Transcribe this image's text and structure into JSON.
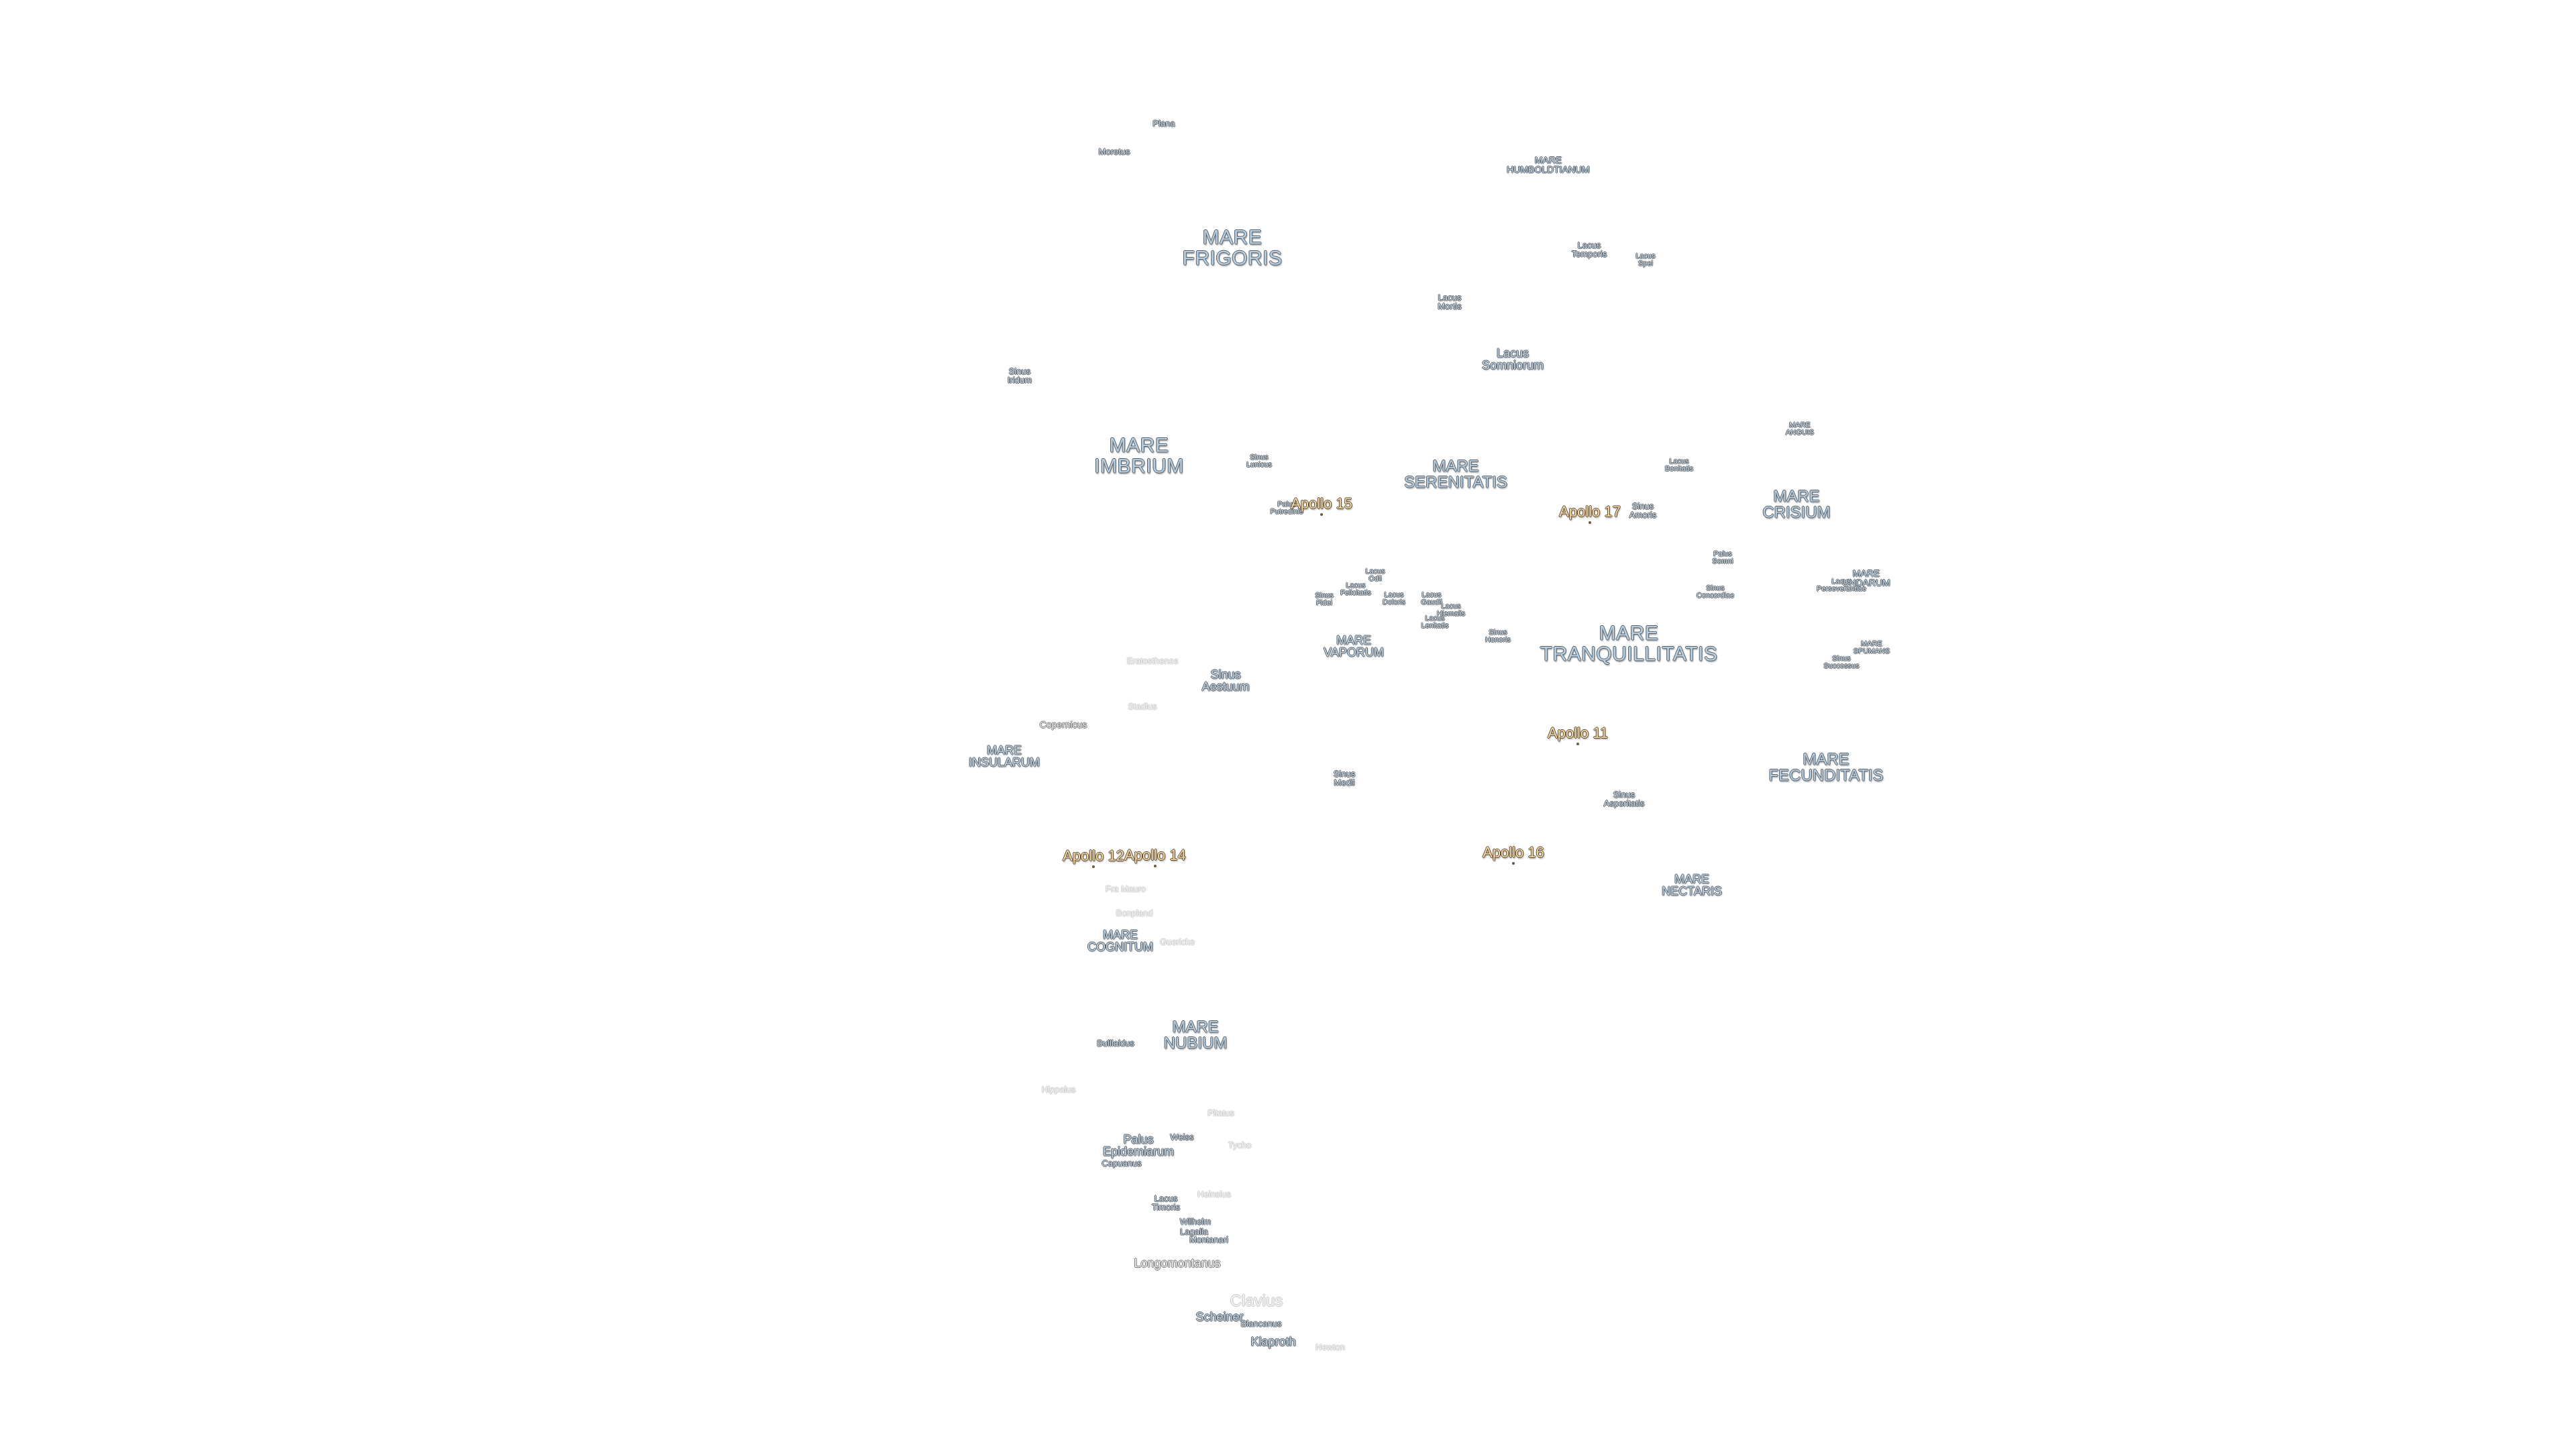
{
  "map": {
    "accent_colors": {
      "mare": "#b8cede",
      "apollo": "#f5d9a8",
      "crater": "#eeeeee"
    },
    "features": [
      {
        "id": "mare-frigoris",
        "lines": [
          "MARE",
          "FRIGORIS"
        ],
        "kind": "mare-xl"
      },
      {
        "id": "mare-imbrium",
        "lines": [
          "MARE",
          "IMBRIUM"
        ],
        "kind": "mare-xl"
      },
      {
        "id": "mare-serenitatis",
        "lines": [
          "MARE",
          "SERENITATIS"
        ],
        "kind": "mare-l"
      },
      {
        "id": "mare-tranquillitatis",
        "lines": [
          "MARE",
          "TRANQUILLITATIS"
        ],
        "kind": "mare-xl"
      },
      {
        "id": "mare-crisium",
        "lines": [
          "MARE",
          "CRISIUM"
        ],
        "kind": "mare-l"
      },
      {
        "id": "mare-fecunditatis",
        "lines": [
          "MARE",
          "FECUNDITATIS"
        ],
        "kind": "mare-l"
      },
      {
        "id": "mare-nubium",
        "lines": [
          "MARE",
          "NUBIUM"
        ],
        "kind": "mare-l"
      },
      {
        "id": "mare-insularum",
        "lines": [
          "MARE",
          "INSULARUM"
        ],
        "kind": "mare-m"
      },
      {
        "id": "mare-vaporum",
        "lines": [
          "MARE",
          "VAPORUM"
        ],
        "kind": "mare-m"
      },
      {
        "id": "mare-cognitum",
        "lines": [
          "MARE",
          "COGNITUM"
        ],
        "kind": "mare-m"
      },
      {
        "id": "mare-nectaris",
        "lines": [
          "MARE",
          "NECTARIS"
        ],
        "kind": "mare-m"
      },
      {
        "id": "mare-humboldtianum",
        "lines": [
          "MARE",
          "HUMBOLDTIANUM"
        ],
        "kind": "mare-s"
      },
      {
        "id": "mare-anguis",
        "lines": [
          "MARE",
          "ANGUIS"
        ],
        "kind": "feat-xs"
      },
      {
        "id": "mare-undarum",
        "lines": [
          "MARE",
          "UNDARUM"
        ],
        "kind": "mare-s"
      },
      {
        "id": "mare-spumans",
        "lines": [
          "MARE",
          "SPUMANS"
        ],
        "kind": "feat-xs"
      },
      {
        "id": "lacus-somniorum",
        "lines": [
          "Lacus",
          "Somniorum"
        ],
        "kind": "feat-m"
      },
      {
        "id": "lacus-temporis",
        "lines": [
          "Lacus",
          "Temporis"
        ],
        "kind": "feat-s"
      },
      {
        "id": "lacus-spei",
        "lines": [
          "Lacus",
          "Spei"
        ],
        "kind": "feat-xs"
      },
      {
        "id": "lacus-mortis",
        "lines": [
          "Lacus",
          "Mortis"
        ],
        "kind": "feat-s"
      },
      {
        "id": "lacus-bonitatis",
        "lines": [
          "Lacus",
          "Bonitatis"
        ],
        "kind": "feat-xs"
      },
      {
        "id": "lacus-odii",
        "lines": [
          "Lacus",
          "Odii"
        ],
        "kind": "feat-xs"
      },
      {
        "id": "lacus-felicitatis",
        "lines": [
          "Lacus",
          "Felicitatis"
        ],
        "kind": "feat-xs"
      },
      {
        "id": "lacus-doloris",
        "lines": [
          "Lacus",
          "Doloris"
        ],
        "kind": "feat-xs"
      },
      {
        "id": "lacus-gaudii",
        "lines": [
          "Lacus",
          "Gaudii"
        ],
        "kind": "feat-xs"
      },
      {
        "id": "lacus-hiemalis",
        "lines": [
          "Lacus",
          "Hiemalis"
        ],
        "kind": "feat-xs"
      },
      {
        "id": "lacus-lenitatis",
        "lines": [
          "Lacus",
          "Lenitatis"
        ],
        "kind": "feat-xs"
      },
      {
        "id": "lacus-perseverantiae",
        "lines": [
          "Lacus",
          "Perseverantiae"
        ],
        "kind": "feat-xs"
      },
      {
        "id": "lacus-timoris",
        "lines": [
          "Lacus",
          "Timoris"
        ],
        "kind": "feat-s"
      },
      {
        "id": "sinus-iridum",
        "lines": [
          "Sinus",
          "Iridum"
        ],
        "kind": "feat-s"
      },
      {
        "id": "sinus-lunicus",
        "lines": [
          "Sinus",
          "Lunicus"
        ],
        "kind": "feat-xs"
      },
      {
        "id": "sinus-amoris",
        "lines": [
          "Sinus",
          "Amoris"
        ],
        "kind": "feat-s"
      },
      {
        "id": "sinus-fidei",
        "lines": [
          "Sinus",
          "Fidei"
        ],
        "kind": "feat-xs"
      },
      {
        "id": "sinus-honoris",
        "lines": [
          "Sinus",
          "Honoris"
        ],
        "kind": "feat-xs"
      },
      {
        "id": "sinus-concordiae",
        "lines": [
          "Sinus",
          "Concordiae"
        ],
        "kind": "feat-xs"
      },
      {
        "id": "sinus-aestuum",
        "lines": [
          "Sinus",
          "Aestuum"
        ],
        "kind": "feat-m"
      },
      {
        "id": "sinus-medii",
        "lines": [
          "Sinus",
          "Medii"
        ],
        "kind": "feat-s"
      },
      {
        "id": "sinus-asperitatis",
        "lines": [
          "Sinus",
          "Asperitatis"
        ],
        "kind": "feat-s"
      },
      {
        "id": "sinus-successus",
        "lines": [
          "Sinus",
          "Successus"
        ],
        "kind": "feat-xs"
      },
      {
        "id": "palus-putredinis",
        "lines": [
          "Palus",
          "Putredinis"
        ],
        "kind": "feat-xs"
      },
      {
        "id": "palus-somni",
        "lines": [
          "Palus",
          "Somni"
        ],
        "kind": "feat-xs"
      },
      {
        "id": "palus-epidemiarum",
        "lines": [
          "Palus",
          "Epidemiarum"
        ],
        "kind": "feat-m"
      },
      {
        "id": "crater-plana",
        "lines": [
          "Plana"
        ],
        "kind": "feat-s"
      },
      {
        "id": "crater-moretus",
        "lines": [
          "Moretus"
        ],
        "kind": "feat-s"
      },
      {
        "id": "crater-copernicus",
        "lines": [
          "Copernicus"
        ],
        "kind": "crater"
      },
      {
        "id": "crater-fra-mauro",
        "lines": [
          "Fra Mauro"
        ],
        "kind": "crater-faint"
      },
      {
        "id": "crater-bonpland",
        "lines": [
          "Bonpland"
        ],
        "kind": "crater-faint"
      },
      {
        "id": "crater-guericke",
        "lines": [
          "Guericke"
        ],
        "kind": "crater-faint"
      },
      {
        "id": "crater-stadius",
        "lines": [
          "Stadius"
        ],
        "kind": "crater-faint"
      },
      {
        "id": "crater-eratosthenes",
        "lines": [
          "Eratosthenes"
        ],
        "kind": "crater-faint"
      },
      {
        "id": "crater-bullialdus",
        "lines": [
          "Bullialdus"
        ],
        "kind": "feat-s"
      },
      {
        "id": "crater-hippalus",
        "lines": [
          "Hippalus"
        ],
        "kind": "crater-faint"
      },
      {
        "id": "crater-pitatus",
        "lines": [
          "Pitatus"
        ],
        "kind": "crater-faint"
      },
      {
        "id": "crater-weiss",
        "lines": [
          "Weiss"
        ],
        "kind": "feat-s"
      },
      {
        "id": "crater-capuanus",
        "lines": [
          "Capuanus"
        ],
        "kind": "feat-s"
      },
      {
        "id": "crater-tycho",
        "lines": [
          "Tycho"
        ],
        "kind": "crater-faint"
      },
      {
        "id": "crater-heinsius",
        "lines": [
          "Heinsius"
        ],
        "kind": "crater-faint"
      },
      {
        "id": "crater-wilhelm",
        "lines": [
          "Wilhelm"
        ],
        "kind": "feat-s"
      },
      {
        "id": "crater-lagalla",
        "lines": [
          "Lagalla"
        ],
        "kind": "feat-s"
      },
      {
        "id": "crater-montanari",
        "lines": [
          "Montanari"
        ],
        "kind": "feat-s"
      },
      {
        "id": "crater-longomontanus",
        "lines": [
          "Longomontanus"
        ],
        "kind": "crater-m"
      },
      {
        "id": "crater-clavius",
        "lines": [
          "Clavius"
        ],
        "kind": "crater-faint-l"
      },
      {
        "id": "crater-scheiner",
        "lines": [
          "Scheiner"
        ],
        "kind": "feat-m"
      },
      {
        "id": "crater-blancanus",
        "lines": [
          "Blancanus"
        ],
        "kind": "feat-s"
      },
      {
        "id": "crater-klaproth",
        "lines": [
          "Klaproth"
        ],
        "kind": "feat-m"
      },
      {
        "id": "crater-newton",
        "lines": [
          "Newton"
        ],
        "kind": "crater-faint"
      }
    ],
    "landing_sites": [
      {
        "id": "apollo-11",
        "label": "Apollo 11"
      },
      {
        "id": "apollo-12",
        "label": "Apollo 12"
      },
      {
        "id": "apollo-14",
        "label": "Apollo 14"
      },
      {
        "id": "apollo-15",
        "label": "Apollo 15"
      },
      {
        "id": "apollo-16",
        "label": "Apollo 16"
      },
      {
        "id": "apollo-17",
        "label": "Apollo 17"
      }
    ]
  }
}
